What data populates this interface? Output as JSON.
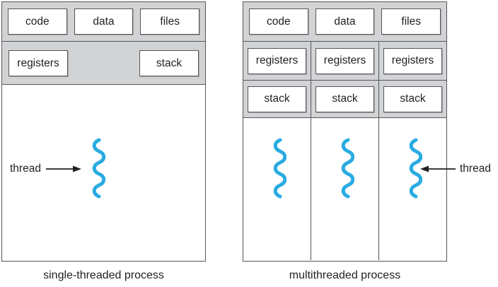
{
  "diagram": {
    "left_panel": {
      "caption": "single-threaded process",
      "top_boxes": [
        "code",
        "data",
        "files"
      ],
      "registers_label": "registers",
      "stack_label": "stack",
      "thread_label": "thread",
      "thread_count": 1
    },
    "right_panel": {
      "caption": "multithreaded process",
      "top_boxes": [
        "code",
        "data",
        "files"
      ],
      "columns": [
        {
          "registers": "registers",
          "stack": "stack"
        },
        {
          "registers": "registers",
          "stack": "stack"
        },
        {
          "registers": "registers",
          "stack": "stack"
        }
      ],
      "thread_label": "thread",
      "thread_count": 3
    },
    "colors": {
      "band_gray": "#d2d3d5",
      "border_dark": "#55565a",
      "thread_cyan": "#29abe2",
      "text": "#231f20"
    }
  }
}
